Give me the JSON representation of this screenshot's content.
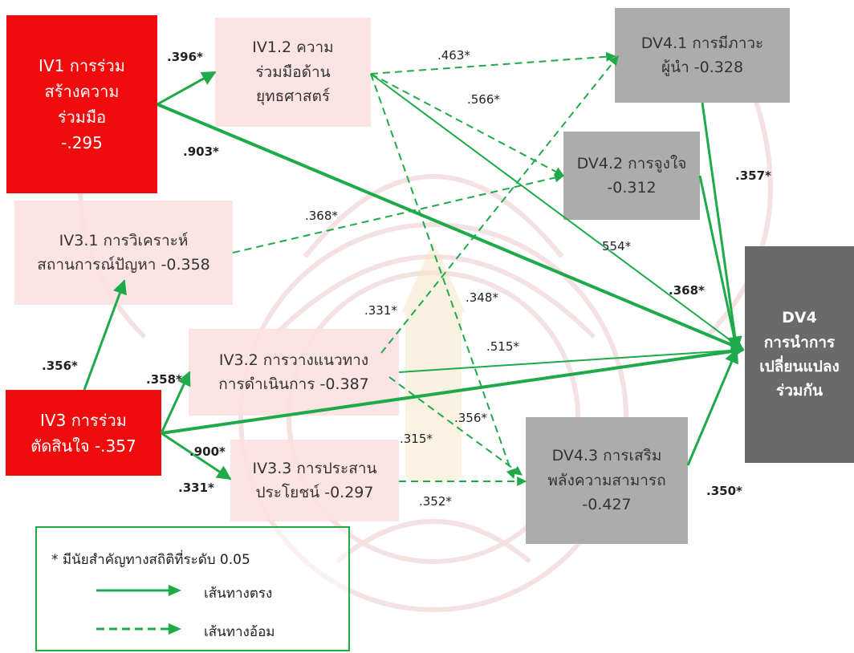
{
  "nodes": {
    "iv1": "IV1 การร่วม\nสร้างความ\nร่วมมือ\n-.295",
    "iv1_2": "IV1.2 ความ\nร่วมมือด้าน\nยุทธศาสตร์",
    "iv3_1": "IV3.1 การวิเคราะห์\nสถานการณ์ปัญหา -0.358",
    "iv3": "IV3 การร่วม\nตัดสินใจ -.357",
    "iv3_2": "IV3.2 การวางแนวทาง\nการดำเนินการ -0.387",
    "iv3_3": "IV3.3 การประสาน\nประโยชน์ -0.297",
    "dv4_1": "DV4.1 การมีภาวะ\nผู้นำ -0.328",
    "dv4_2": "DV4.2 การจูงใจ\n-0.312",
    "dv4_3": "DV4.3 การเสริม\nพลังความสามารถ\n-0.427",
    "dv4": "DV4\nการนำการ\nเปลี่ยนแปลง\nร่วมกัน"
  },
  "path_labels": {
    "p396": ".396*",
    "p903": ".903*",
    "p463": ".463*",
    "p566": ".566*",
    "p368a": ".368*",
    "p554": "554*",
    "p368b": ".368*",
    "p357r": ".357*",
    "p331a": ".331*",
    "p348": ".348*",
    "p515": ".515*",
    "p356a": ".356*",
    "p358": ".358*",
    "p356b": ".356*",
    "p315": ".315*",
    "p900": ".900*",
    "p331b": ".331*",
    "p352": ".352*",
    "p350": ".350*"
  },
  "legend": {
    "note": "* มีนัยสำคัญทางสถิติที่ระดับ 0.05",
    "direct": "เส้นทางตรง",
    "indirect": "เส้นทางอ้อม"
  },
  "colors": {
    "path": "#1faa4a",
    "red_box": "#f00c0c",
    "pink_box": "#fde0e0",
    "gray_box": "#a8a8a8",
    "dark_box": "#6a6a6a",
    "legend_border": "#22aa44"
  }
}
